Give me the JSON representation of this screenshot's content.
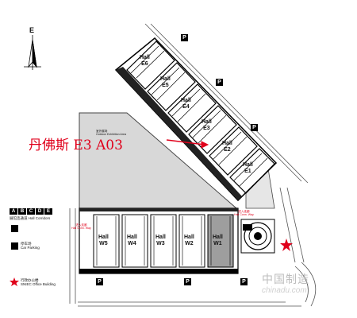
{
  "compass": {
    "north_letter": "E"
  },
  "halls": {
    "e6": {
      "l1": "Hall",
      "l2": "E6"
    },
    "e5": {
      "l1": "Hall",
      "l2": "E5"
    },
    "e4": {
      "l1": "Hall",
      "l2": "E4"
    },
    "e3": {
      "l1": "Hall",
      "l2": "E3"
    },
    "e2": {
      "l1": "Hall",
      "l2": "E2"
    },
    "e1": {
      "l1": "Hall",
      "l2": "E1"
    },
    "w5": {
      "l1": "Hall",
      "l2": "W5"
    },
    "w4": {
      "l1": "Hall",
      "l2": "W4"
    },
    "w3": {
      "l1": "Hall",
      "l2": "W3"
    },
    "w2": {
      "l1": "Hall",
      "l2": "W2"
    },
    "w1": {
      "l1": "Hall",
      "l2": "W1"
    }
  },
  "outdoor_area": {
    "cn": "室外展场",
    "en": "Outdoor Exhibition Area"
  },
  "booth_callout": "丹佛斯 E3 A03",
  "corridor_labels": {
    "left_cn": "进入连廊",
    "left_en": "Hall Conn. Way",
    "right_cn": "进入连廊",
    "right_en": "Hall Conn. Way"
  },
  "parking_label": "P",
  "legend": {
    "corridor_letters": [
      "A",
      "B",
      "C",
      "D",
      "E"
    ],
    "corridor_label": "展馆连通道 Hall Corridors",
    "parking_cn": "停车场",
    "parking_en": "Car Parking",
    "office_label": "行政办公楼",
    "office_en": "SNIEC Office Building"
  },
  "watermark": {
    "cn": "中国制造",
    "url": "chinadu.com"
  },
  "colors": {
    "callout_red": "#e0001b",
    "hall_gray": "#9e9e9e",
    "outdoor_gray": "#d8d8d8"
  }
}
